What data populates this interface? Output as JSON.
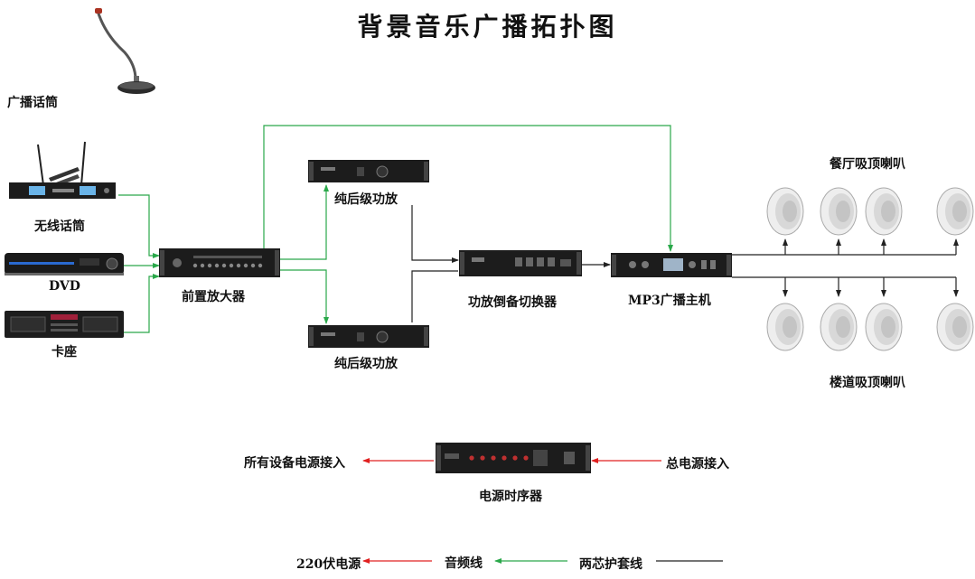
{
  "title": "背景音乐广播拓扑图",
  "labels": {
    "mic": "广播话筒",
    "wireless_mic": "无线话筒",
    "dvd": "DVD",
    "cassette": "卡座",
    "preamp": "前置放大器",
    "amp_top": "纯后级功放",
    "amp_bottom": "纯后级功放",
    "switcher": "功放倒备切换器",
    "mp3_host": "MP3广播主机",
    "restaurant_speakers": "餐厅吸顶喇叭",
    "corridor_speakers": "楼道吸顶喇叭",
    "sequencer": "电源时序器",
    "power_out": "所有设备电源接入",
    "power_in": "总电源接入"
  },
  "legend": {
    "power": "220伏电源",
    "audio": "音频线",
    "twin": "两芯护套线"
  },
  "colors": {
    "audio": "#2aa84a",
    "power": "#e02020",
    "twin": "#222222",
    "device_dark": "#1c1c1c",
    "speaker_grille": "#d8d8d8"
  }
}
